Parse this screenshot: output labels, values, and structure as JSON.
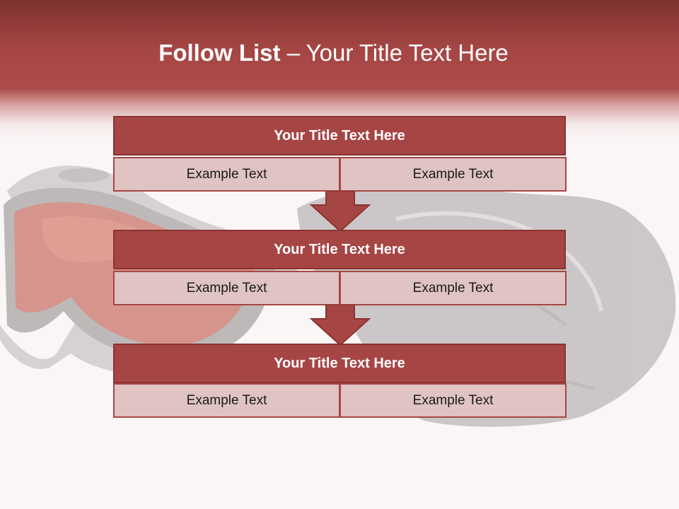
{
  "slide": {
    "title_bold": "Follow List",
    "title_rest": " – Your Title Text Here"
  },
  "steps": [
    {
      "title": "Your Title Text Here",
      "left": "Example Text",
      "right": "Example Text"
    },
    {
      "title": "Your Title Text Here",
      "left": "Example Text",
      "right": "Example Text"
    },
    {
      "title": "Your Title Text Here",
      "left": "Example Text",
      "right": "Example Text"
    }
  ],
  "colors": {
    "accent": "#a64644",
    "accent_dark": "#8a3331",
    "cell_fill": "#e0c3c3",
    "background": "#faf6f6"
  }
}
